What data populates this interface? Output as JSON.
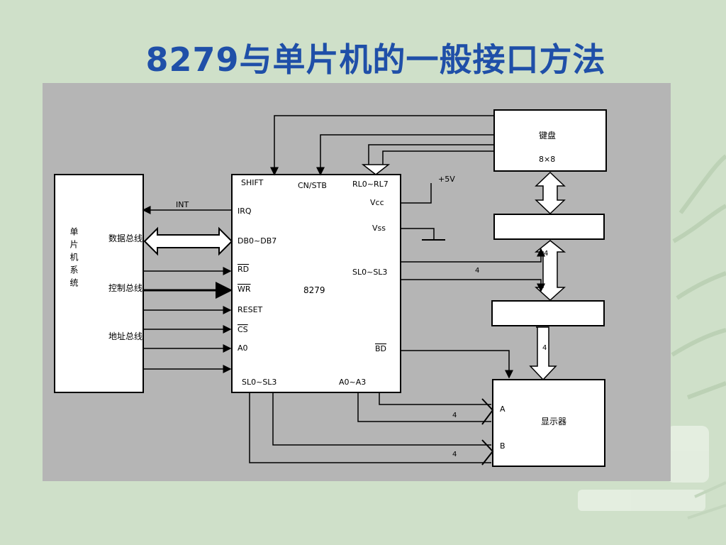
{
  "slide": {
    "title": "8279与单片机的一般接口方法"
  },
  "diagram": {
    "chip_8279": {
      "label": "8279",
      "pins_left": [
        "IRQ",
        "DB0~DB7",
        "RD",
        "WR",
        "RESET",
        "CS",
        "A0"
      ],
      "pins_top": [
        "SHIFT",
        "CN/STB"
      ],
      "pins_bottom_left": "SL0~SL3",
      "pins_bottom_right": "A0~A3",
      "pins_right": [
        "RL0~RL7",
        "Vcc",
        "Vss",
        "SL0~SL3",
        "BD"
      ]
    },
    "mcu": {
      "label": "单片机系统",
      "bus_labels": [
        "数据总线",
        "控制总线",
        "地址总线"
      ]
    },
    "blocks": {
      "keyboard": {
        "line1": "键盘",
        "line2": "8×8"
      },
      "decoder_keys": "",
      "decoder_display": "",
      "display": "显示器"
    },
    "wires": {
      "top1": "",
      "top2": "",
      "top3": "",
      "vcc_note": "+5V",
      "int_label": "INT",
      "bus4_a": "4",
      "bus4_b": "4",
      "bus4_c": "4",
      "bus4_d": "4",
      "disp_select": "",
      "disp_a": "A",
      "disp_b": "B"
    }
  },
  "colors": {
    "background": "#cfe0c9",
    "title": "#1f4fa8",
    "panel": "#b5b5b5",
    "block_fill": "#ffffff",
    "line": "#000000"
  }
}
